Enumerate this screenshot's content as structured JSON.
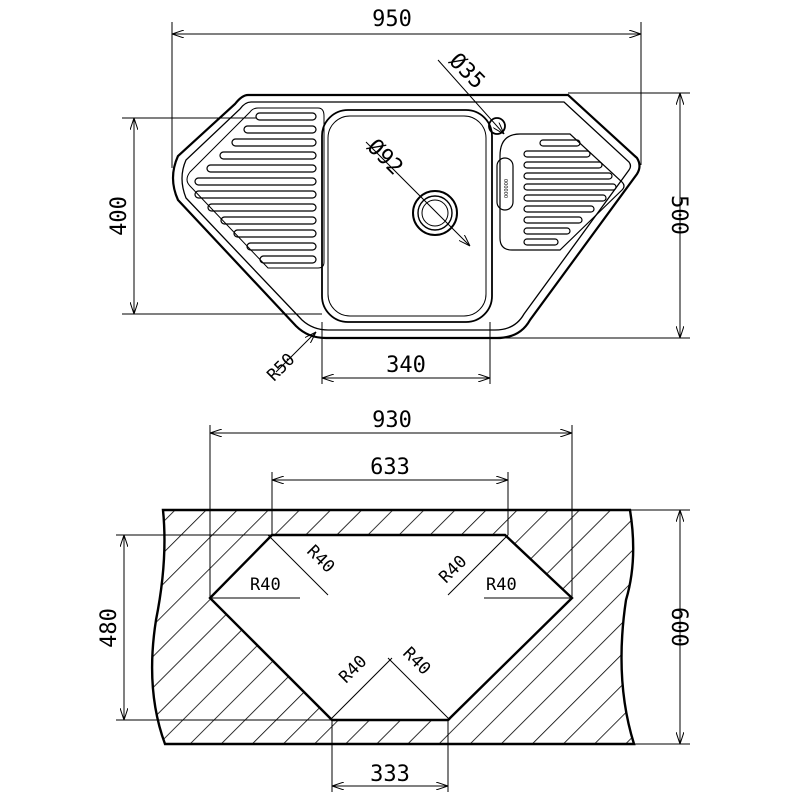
{
  "top_view": {
    "overall_width": "950",
    "tap_hole_diameter": "Ø35",
    "drain_diameter": "Ø92",
    "depth_left": "400",
    "depth_right": "500",
    "bowl_width": "340",
    "corner_radius": "R50",
    "overflow_label": "000000"
  },
  "cutout_view": {
    "overall_width": "930",
    "inner_top_width": "633",
    "bottom_width": "333",
    "depth_left": "480",
    "depth_right": "600",
    "radius_1": "R40",
    "radius_2": "R40",
    "radius_3": "R40",
    "radius_4": "R40",
    "radius_5": "R40",
    "radius_6": "R40"
  }
}
